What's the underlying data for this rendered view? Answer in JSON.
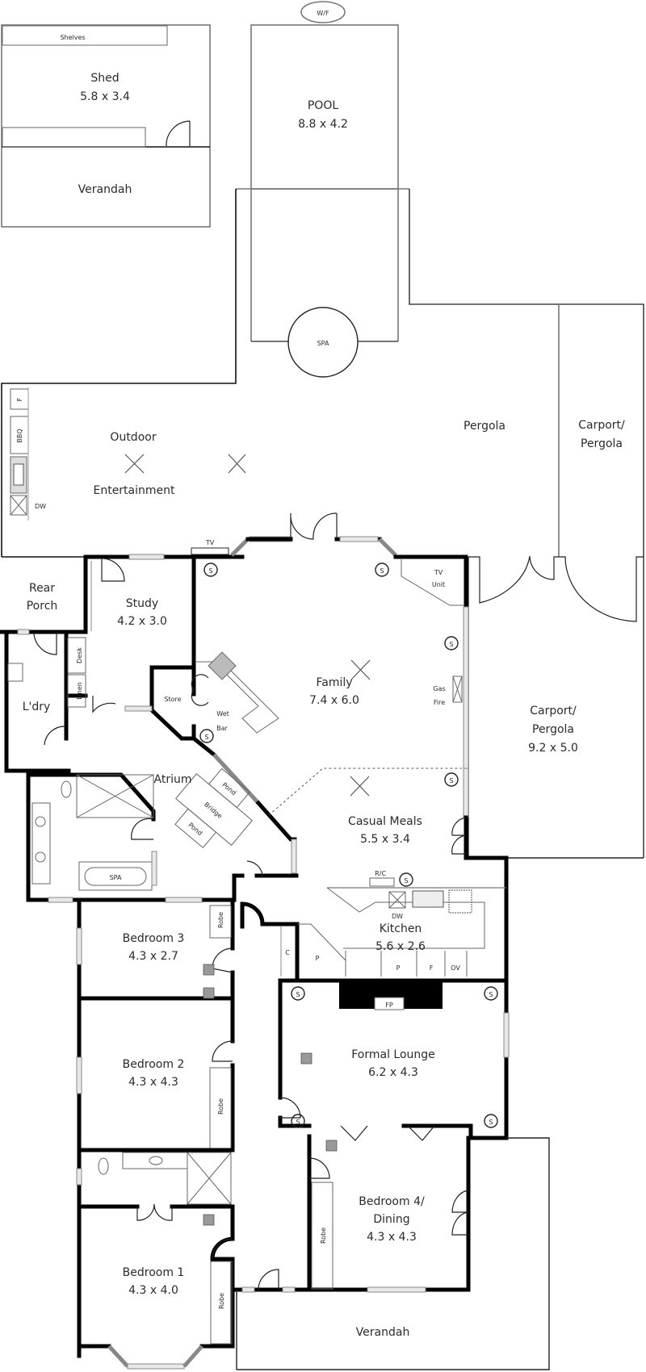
{
  "title": "Floor Plan",
  "rooms": {
    "shed": {
      "name": "Shed",
      "size": "5.8 x 3.4",
      "shelves": "Shelves"
    },
    "verandah_top": {
      "name": "Verandah"
    },
    "pool": {
      "name": "POOL",
      "size": "8.8 x 4.2",
      "wf": "W/F",
      "spa": "SPA"
    },
    "outdoor": {
      "line1": "Outdoor",
      "line2": "Entertainment",
      "fridge": "F",
      "bbq": "BBQ",
      "dw": "DW"
    },
    "pergola": {
      "name": "Pergola"
    },
    "carport_top": {
      "line1": "Carport/",
      "line2": "Pergola"
    },
    "rear_porch": {
      "line1": "Rear",
      "line2": "Porch"
    },
    "study": {
      "name": "Study",
      "size": "4.2 x 3.0",
      "desk": "Desk",
      "linen": "Linen"
    },
    "family": {
      "name": "Family",
      "size": "7.4 x 6.0",
      "tv": "TV",
      "tv_unit_1": "TV",
      "tv_unit_2": "Unit",
      "gas_1": "Gas",
      "gas_2": "Fire"
    },
    "store": {
      "name": "Store",
      "wet_1": "Wet",
      "wet_2": "Bar"
    },
    "laundry": {
      "name": "L'dry"
    },
    "carport_main": {
      "line1": "Carport/",
      "line2": "Pergola",
      "size": "9.2 x 5.0"
    },
    "atrium": {
      "name": "Atrium",
      "bridge": "Bridge",
      "pond": "Pond",
      "spa": "SPA"
    },
    "casual_meals": {
      "name": "Casual Meals",
      "size": "5.5 x 3.4",
      "rc": "R/C"
    },
    "kitchen": {
      "name": "Kitchen",
      "size": "5.6 x 2.6",
      "dw": "DW",
      "p": "P",
      "f": "F",
      "ov": "OV",
      "c": "C"
    },
    "bedroom3": {
      "name": "Bedroom 3",
      "size": "4.3 x 2.7",
      "robe": "Robe"
    },
    "bedroom2": {
      "name": "Bedroom 2",
      "size": "4.3 x 4.3",
      "robe": "Robe"
    },
    "bedroom1": {
      "name": "Bedroom 1",
      "size": "4.3 x 4.0",
      "robe": "Robe"
    },
    "formal_lounge": {
      "name": "Formal Lounge",
      "size": "6.2 x 4.3",
      "fp": "FP"
    },
    "bedroom4": {
      "line1": "Bedroom 4/",
      "line2": "Dining",
      "size": "4.3 x 4.3",
      "robe": "Robe"
    },
    "verandah_bottom": {
      "name": "Verandah"
    }
  },
  "symbols": {
    "smoke": "S"
  }
}
